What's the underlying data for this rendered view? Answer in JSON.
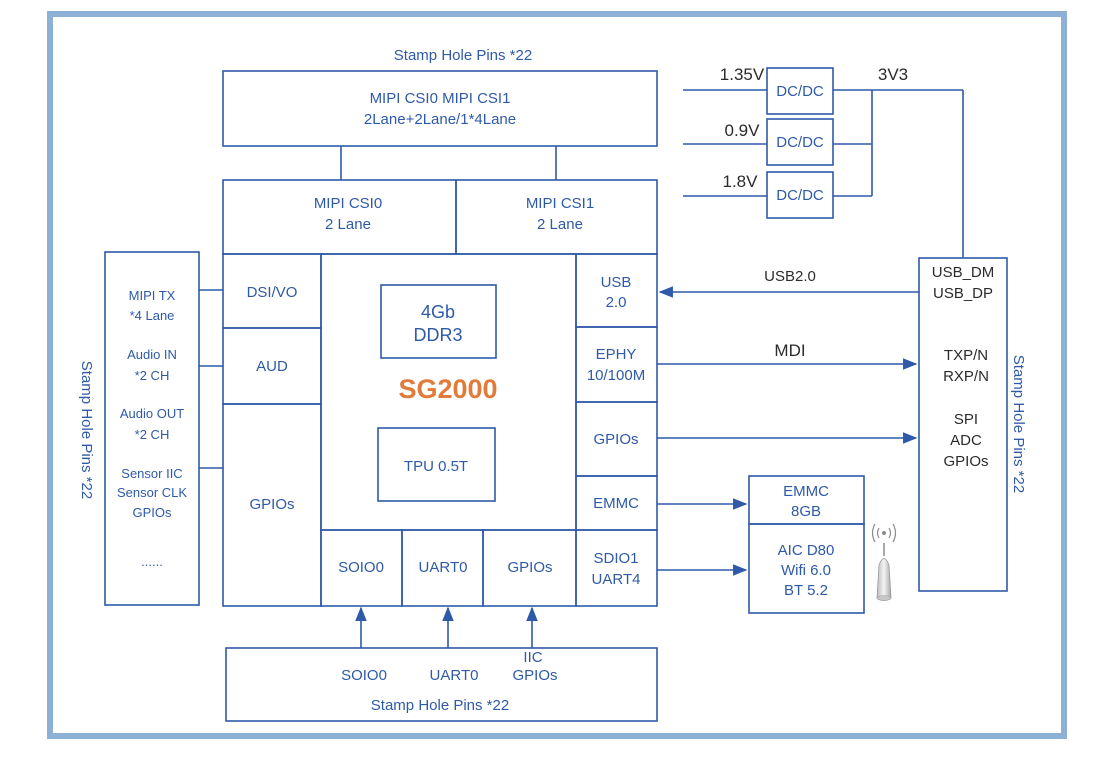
{
  "top_block": {
    "title": "Stamp Hole Pins *22",
    "line1": "MIPI CSI0 MIPI CSI1",
    "line2": "2Lane+2Lane/1*4Lane"
  },
  "csi0": {
    "line1": "MIPI CSI0",
    "line2": "2 Lane"
  },
  "csi1": {
    "line1": "MIPI CSI1",
    "line2": "2 Lane"
  },
  "power": {
    "rail1": "1.35V",
    "rail2": "0.9V",
    "rail3": "1.8V",
    "dcdc": "DC/DC",
    "input": "3V3"
  },
  "left_pins": {
    "title": "Stamp Hole Pins *22",
    "mipi_tx_1": "MIPI TX",
    "mipi_tx_2": "*4 Lane",
    "audio_in_1": "Audio IN",
    "audio_in_2": "*2 CH",
    "audio_out_1": "Audio OUT",
    "audio_out_2": "*2 CH",
    "sensor_1": "Sensor IIC",
    "sensor_2": "Sensor CLK",
    "sensor_3": "GPIOs",
    "more": "......"
  },
  "left_col": {
    "dsi": "DSI/VO",
    "aud": "AUD",
    "gpios": "GPIOs"
  },
  "soc": {
    "name": "SG2000",
    "ddr_1": "4Gb",
    "ddr_2": "DDR3",
    "tpu": "TPU 0.5T"
  },
  "bottom_row": {
    "soio0": "SOIO0",
    "uart0": "UART0",
    "gpios": "GPIOs"
  },
  "right_col": {
    "usb_1": "USB",
    "usb_2": "2.0",
    "ephy_1": "EPHY",
    "ephy_2": "10/100M",
    "gpios": "GPIOs",
    "emmc": "EMMC",
    "sdio_1": "SDIO1",
    "sdio_2": "UART4"
  },
  "links": {
    "usb": "USB2.0",
    "mdi": "MDI"
  },
  "emmc_chip": {
    "line1": "EMMC",
    "line2": "8GB"
  },
  "wifi_chip": {
    "line1": "AIC D80",
    "line2": "Wifi 6.0",
    "line3": "BT 5.2"
  },
  "right_pins": {
    "title": "Stamp Hole Pins *22",
    "usb_dm": "USB_DM",
    "usb_dp": "USB_DP",
    "txp": "TXP/N",
    "rxp": "RXP/N",
    "spi": "SPI",
    "adc": "ADC",
    "gpios": "GPIOs"
  },
  "bottom_pins": {
    "soio0": "SOIO0",
    "uart0": "UART0",
    "iic": "IIC",
    "gpios": "GPIOs",
    "title": "Stamp Hole Pins *22"
  },
  "colors": {
    "frame": "#8db1d6",
    "line": "#2f5aa8",
    "soc_name": "#e07b39",
    "text": "#2b2b2b"
  },
  "icons": {
    "antenna": "antenna-icon"
  }
}
